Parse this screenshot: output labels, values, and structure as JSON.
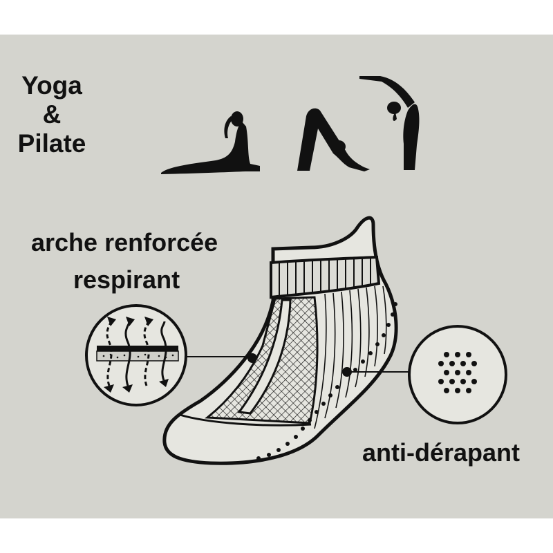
{
  "title": {
    "line1": "Yoga",
    "line2": "&",
    "line3": "Pilate"
  },
  "features": {
    "arch": "arche renforcée",
    "breathable": "respirant",
    "grip": "anti-dérapant"
  },
  "icons": {
    "poses": [
      "cobra-pose-icon",
      "downward-dog-pose-icon",
      "standing-backbend-pose-icon"
    ],
    "breathable": "airflow-arrows-icon",
    "grip": "dot-grip-icon"
  },
  "colors": {
    "background": "#d4d4ce",
    "ink": "#111111",
    "sock_fill": "#e6e6e0"
  }
}
